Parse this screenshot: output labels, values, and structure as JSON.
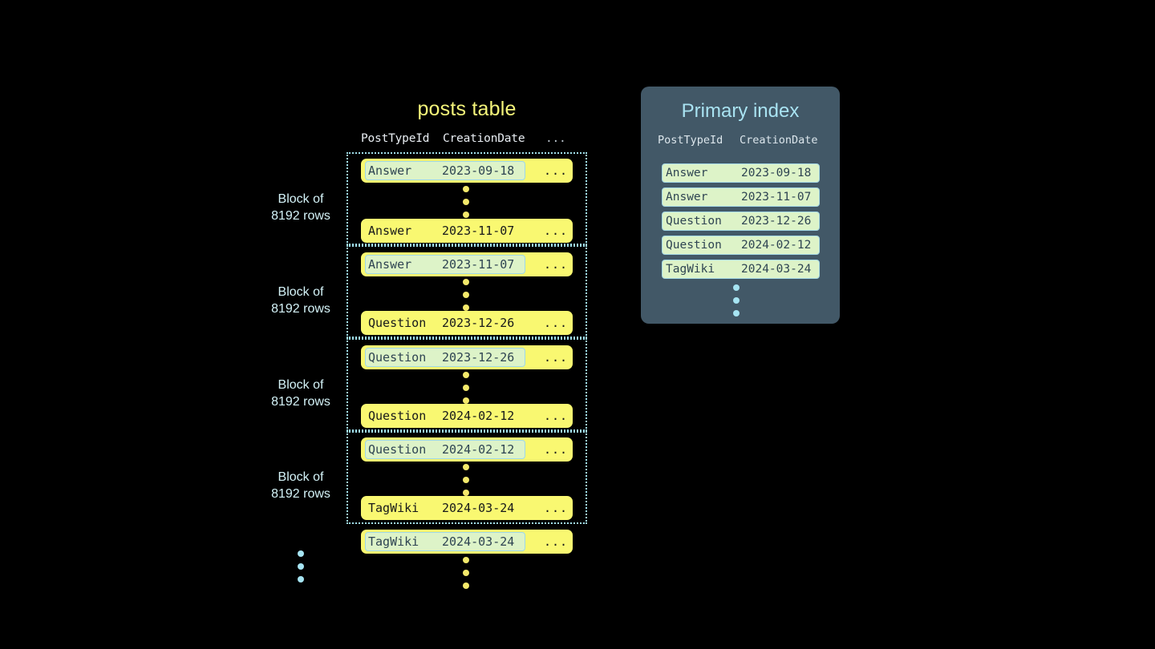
{
  "posts_table": {
    "title": "posts table",
    "columns": [
      "PostTypeId",
      "CreationDate",
      "..."
    ],
    "ellipsis_cell": "...",
    "block_label": "Block of\n8192 rows",
    "blocks": [
      {
        "label_line1": "Block of",
        "label_line2": "8192 rows",
        "first_row": {
          "type": "Answer",
          "date": "2023-09-18",
          "rest": "...",
          "keyed": true
        },
        "last_row": {
          "type": "Answer",
          "date": "2023-11-07",
          "rest": "...",
          "keyed": false
        }
      },
      {
        "label_line1": "Block of",
        "label_line2": "8192 rows",
        "first_row": {
          "type": "Answer",
          "date": "2023-11-07",
          "rest": "...",
          "keyed": true
        },
        "last_row": {
          "type": "Question",
          "date": "2023-12-26",
          "rest": "...",
          "keyed": false
        }
      },
      {
        "label_line1": "Block of",
        "label_line2": "8192 rows",
        "first_row": {
          "type": "Question",
          "date": "2023-12-26",
          "rest": "...",
          "keyed": true
        },
        "last_row": {
          "type": "Question",
          "date": "2024-02-12",
          "rest": "...",
          "keyed": false
        }
      },
      {
        "label_line1": "Block of",
        "label_line2": "8192 rows",
        "first_row": {
          "type": "Question",
          "date": "2024-02-12",
          "rest": "...",
          "keyed": true
        },
        "last_row": {
          "type": "TagWiki",
          "date": "2024-03-24",
          "rest": "...",
          "keyed": false
        }
      }
    ],
    "trailing_row": {
      "type": "TagWiki",
      "date": "2024-03-24",
      "rest": "...",
      "keyed": true
    }
  },
  "primary_index": {
    "title": "Primary index",
    "columns": [
      "PostTypeId",
      "CreationDate"
    ],
    "rows": [
      {
        "type": "Answer",
        "date": "2023-09-18"
      },
      {
        "type": "Answer",
        "date": "2023-11-07"
      },
      {
        "type": "Question",
        "date": "2023-12-26"
      },
      {
        "type": "Question",
        "date": "2024-02-12"
      },
      {
        "type": "TagWiki",
        "date": "2024-03-24"
      }
    ]
  },
  "colors": {
    "background": "#000000",
    "row_yellow": "#f9f871",
    "key_green": "#ddf3c8",
    "key_border": "#9fd8e8",
    "panel_slate": "#425867",
    "accent_blue": "#a9e3f2",
    "title_yellow": "#f5f57a",
    "dot_yellow": "#f4e96b"
  }
}
